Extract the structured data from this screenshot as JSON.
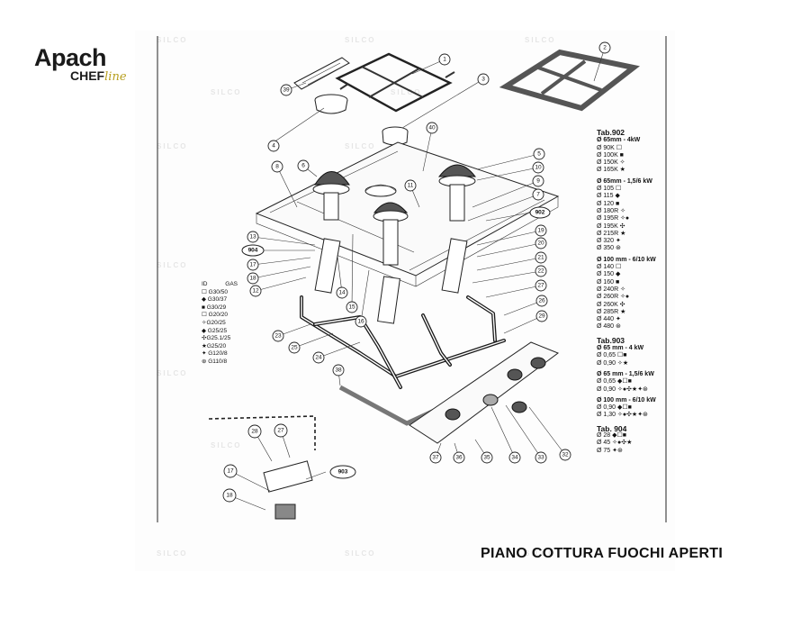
{
  "logo": {
    "brand": "Apach",
    "sub_chef": "CHEF",
    "sub_line": "line"
  },
  "footer_title": "PIANO COTTURA FUOCHI APERTI",
  "watermark": "SILCO",
  "gas_legend": {
    "id_label": "ID",
    "gas_label": "GAS",
    "rows": [
      "☐ G30/50",
      "◆ G30/37",
      "■ G30/29",
      "☐ G20/20",
      "✧G20/25",
      "◆ G25/25",
      "✣G25.1/25",
      "★G25/20",
      "✦ G120/8",
      "⊛ G110/8"
    ]
  },
  "tables": [
    {
      "title": "Tab.902",
      "groups": [
        {
          "heading": "Ø 65mm - 4kW",
          "rows": [
            "Ø 90K ☐",
            "Ø 100K ■",
            "Ø 150K ✧",
            "Ø 165K ★"
          ]
        },
        {
          "heading": "Ø 65mm - 1,5/6 kW",
          "rows": [
            "Ø 105 ☐",
            "Ø 115 ◆",
            "Ø 120 ■",
            "Ø 180R ✧",
            "Ø 195R ✧●",
            "Ø 195K ✣",
            "Ø 215R ★",
            "Ø 320 ✦",
            "Ø 350 ⊛"
          ]
        },
        {
          "heading": "Ø 100 mm - 6/10 kW",
          "rows": [
            "Ø 140 ☐",
            "Ø 150 ◆",
            "Ø 160 ■",
            "Ø 240R ✧",
            "Ø 260R ✧●",
            "Ø 260K ✣",
            "Ø 285R ★",
            "Ø 440 ✦",
            "Ø 480 ⊛"
          ]
        }
      ]
    },
    {
      "title": "Tab.903",
      "groups": [
        {
          "heading": "Ø 65 mm - 4 kW",
          "rows": [
            "Ø 0,65 ☐■",
            "Ø 0,90 ✧★"
          ]
        },
        {
          "heading": "Ø 65 mm - 1,5/6 kW",
          "rows": [
            "Ø 0,65 ◆☐■",
            "Ø 0,90 ✧●✣★✦⊛"
          ]
        },
        {
          "heading": "Ø 100 mm - 6/10 kW",
          "rows": [
            "Ø 0,90 ◆☐■",
            "Ø 1,30 ✧●✣★✦⊛"
          ]
        }
      ]
    },
    {
      "title": "Tab. 904",
      "groups": [
        {
          "heading": "",
          "rows": [
            "Ø 28 ◆☐■",
            "Ø 45 ✧●✣★",
            "Ø 75 ✦⊛"
          ]
        }
      ]
    }
  ],
  "callouts": [
    "1",
    "2",
    "3",
    "4",
    "5",
    "6",
    "7",
    "8",
    "9",
    "10",
    "11",
    "12",
    "13",
    "14",
    "15",
    "16",
    "17",
    "17",
    "18",
    "18",
    "19",
    "20",
    "21",
    "22",
    "23",
    "24",
    "25",
    "26",
    "27",
    "27",
    "28",
    "28",
    "29",
    "32",
    "33",
    "34",
    "35",
    "36",
    "37",
    "38",
    "39",
    "40"
  ],
  "oval_callouts": [
    "902",
    "903",
    "904"
  ]
}
